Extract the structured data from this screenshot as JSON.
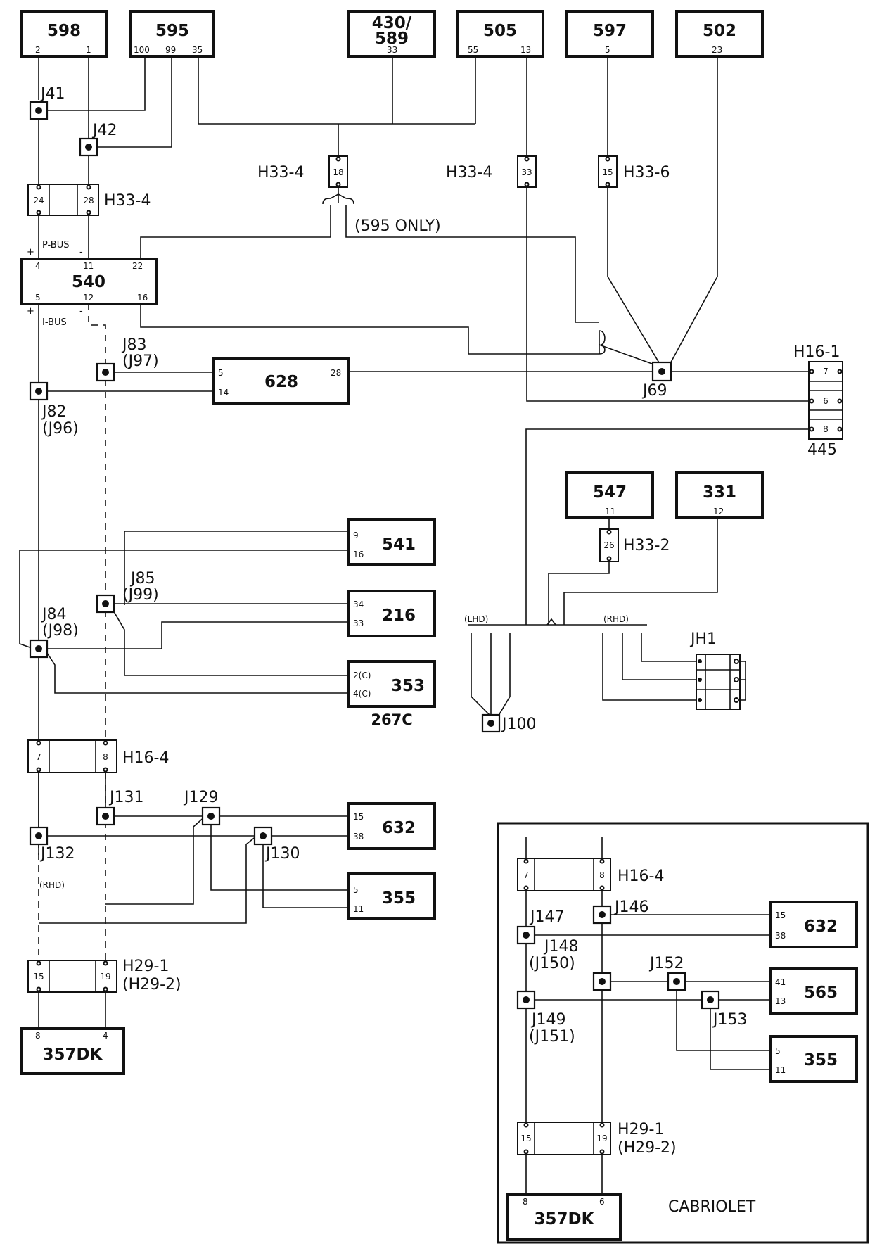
{
  "boxes": {
    "b598": {
      "label": "598",
      "pins": [
        "2",
        "1"
      ]
    },
    "b595": {
      "label": "595",
      "pins": [
        "100",
        "99",
        "35"
      ]
    },
    "b430": {
      "label1": "430/",
      "label2": "589",
      "pins": [
        "33"
      ]
    },
    "b505": {
      "label": "505",
      "pins": [
        "55",
        "13"
      ]
    },
    "b597": {
      "label": "597",
      "pins": [
        "5"
      ]
    },
    "b502": {
      "label": "502",
      "pins": [
        "23"
      ]
    },
    "b540": {
      "label": "540",
      "top_pins": [
        "4",
        "11",
        "22"
      ],
      "bottom_pins": [
        "5",
        "12",
        "16"
      ]
    },
    "b628": {
      "label": "628",
      "pins": [
        "5",
        "14",
        "28"
      ]
    },
    "b547": {
      "label": "547",
      "pins": [
        "11"
      ]
    },
    "b331": {
      "label": "331",
      "pins": [
        "12"
      ]
    },
    "b541": {
      "label": "541",
      "pins": [
        "9",
        "16"
      ]
    },
    "b216": {
      "label": "216",
      "pins": [
        "34",
        "33"
      ]
    },
    "b353": {
      "label": "353",
      "pins": [
        "2(C)",
        "4(C)"
      ],
      "sub": "267C"
    },
    "b632": {
      "label": "632",
      "pins": [
        "15",
        "38"
      ]
    },
    "b355": {
      "label": "355",
      "pins": [
        "5",
        "11"
      ]
    },
    "b357": {
      "label": "357DK",
      "pins": [
        "8",
        "4"
      ]
    },
    "c632": {
      "label": "632",
      "pins": [
        "15",
        "38"
      ]
    },
    "c565": {
      "label": "565",
      "pins": [
        "41",
        "13"
      ]
    },
    "c355": {
      "label": "355",
      "pins": [
        "5",
        "11"
      ]
    },
    "c357": {
      "label": "357DK",
      "pins": [
        "8",
        "6"
      ]
    }
  },
  "connectors": {
    "h33_4_main": {
      "label": "H33-4",
      "pins": [
        "24",
        "28"
      ]
    },
    "h33_4_mid": {
      "label": "H33-4",
      "pin": "18"
    },
    "h33_4_right": {
      "label": "H33-4",
      "pin": "33"
    },
    "h33_6": {
      "label": "H33-6",
      "pin": "15"
    },
    "h33_2": {
      "label": "H33-2",
      "pin": "26"
    },
    "h16_1": {
      "label": "H16-1",
      "pins": [
        "7",
        "6",
        "8"
      ],
      "sub": "445"
    },
    "h16_4": {
      "label": "H16-4",
      "pins": [
        "7",
        "8"
      ]
    },
    "h29": {
      "label1": "H29-1",
      "label2": "(H29-2)",
      "pins": [
        "15",
        "19"
      ]
    },
    "jh1": {
      "label": "JH1"
    },
    "c_h16_4": {
      "label": "H16-4",
      "pins": [
        "7",
        "8"
      ]
    },
    "c_h29": {
      "label1": "H29-1",
      "label2": "(H29-2)",
      "pins": [
        "15",
        "19"
      ]
    }
  },
  "junctions": {
    "j41": "J41",
    "j42": "J42",
    "j83": "J83",
    "j97": "(J97)",
    "j82": "J82",
    "j96": "(J96)",
    "j69": "J69",
    "j85": "J85",
    "j99": "(J99)",
    "j84": "J84",
    "j98": "(J98)",
    "j100": "J100",
    "j131": "J131",
    "j129": "J129",
    "j132": "J132",
    "j130": "J130",
    "j147": "J147",
    "j146": "J146",
    "j148": "J148",
    "j150": "(J150)",
    "j152": "J152",
    "j149": "J149",
    "j151": "(J151)",
    "j153": "J153"
  },
  "labels": {
    "only595": "(595 ONLY)",
    "pbus": "P-BUS",
    "ibus": "I-BUS",
    "plus": "+",
    "minus": "-",
    "lhd": "(LHD)",
    "rhd": "(RHD)",
    "rhd2": "(RHD)",
    "cabriolet": "CABRIOLET"
  }
}
